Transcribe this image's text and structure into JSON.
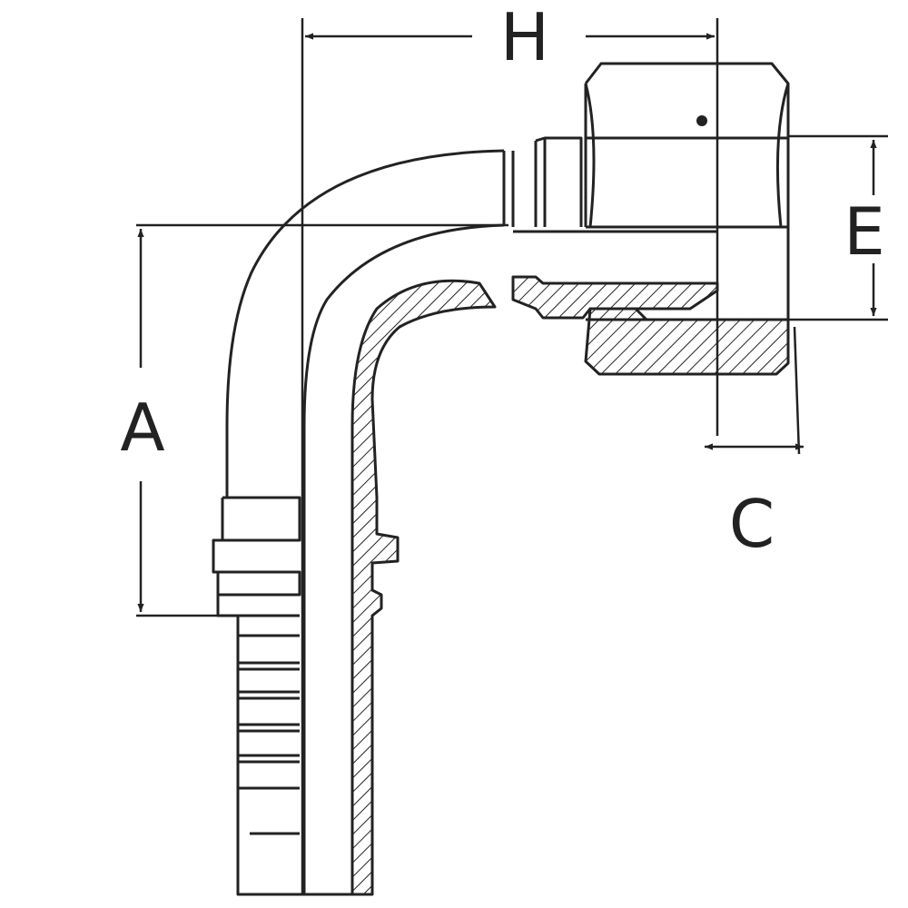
{
  "labels": {
    "h": "H",
    "e": "E",
    "a": "A",
    "c": "C"
  },
  "colors": {
    "line": "#222222",
    "background": "#ffffff"
  }
}
